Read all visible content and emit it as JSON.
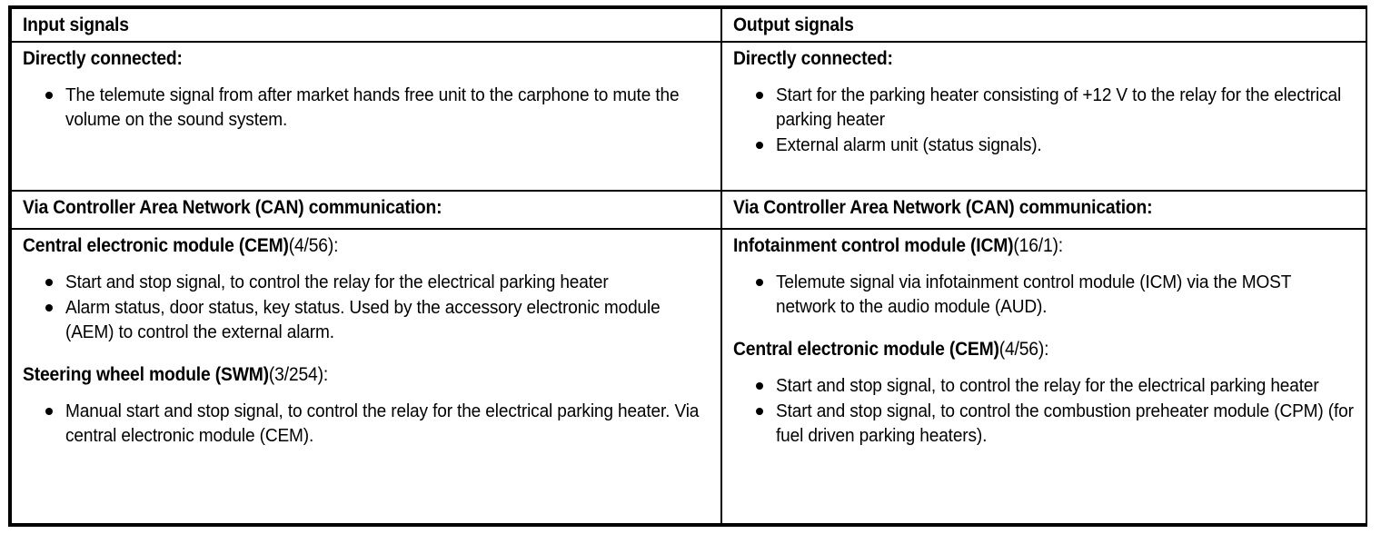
{
  "table": {
    "columns": [
      {
        "id": "input",
        "header": "Input signals"
      },
      {
        "id": "output",
        "header": "Output signals"
      }
    ],
    "rows": [
      {
        "id": "directly-connected",
        "left": {
          "subhead": "Directly connected:",
          "code": "",
          "bullets": [
            "The telemute signal from after market hands free unit to the carphone to mute the volume on the sound system."
          ]
        },
        "right": {
          "subhead": "Directly connected:",
          "code": "",
          "bullets": [
            "Start for the parking heater consisting of +12 V to the relay for the electrical parking heater",
            "External alarm unit (status signals)."
          ]
        }
      },
      {
        "id": "can-communication",
        "left": {
          "subhead": "Via Controller Area Network (CAN) communication:",
          "code": ""
        },
        "right": {
          "subhead": "Via Controller Area Network (CAN) communication:",
          "code": ""
        }
      },
      {
        "id": "can-modules",
        "left": {
          "blocks": [
            {
              "subhead": "Central electronic module (CEM)",
              "code": "(4/56):",
              "bullets": [
                "Start and stop signal, to control the relay for the electrical parking heater",
                "Alarm status, door status, key status. Used by the accessory electronic module (AEM) to control the external alarm."
              ]
            },
            {
              "subhead": "Steering wheel module (SWM)",
              "code": "(3/254):",
              "bullets": [
                "Manual start and stop signal, to control the relay for the electrical parking heater. Via central electronic module (CEM)."
              ]
            }
          ]
        },
        "right": {
          "blocks": [
            {
              "subhead": "Infotainment control module (ICM)",
              "code": "(16/1):",
              "bullets": [
                "Telemute signal via infotainment control module (ICM) via the MOST network to the audio module (AUD)."
              ]
            },
            {
              "subhead": "Central electronic module (CEM)",
              "code": "(4/56):",
              "bullets": [
                "Start and stop signal, to control the relay for the electrical parking heater",
                "Start and stop signal, to control the combustion preheater module (CPM) (for fuel driven parking heaters)."
              ]
            }
          ]
        }
      }
    ]
  },
  "colors": {
    "border": "#000000",
    "text": "#000000",
    "background": "#ffffff"
  }
}
